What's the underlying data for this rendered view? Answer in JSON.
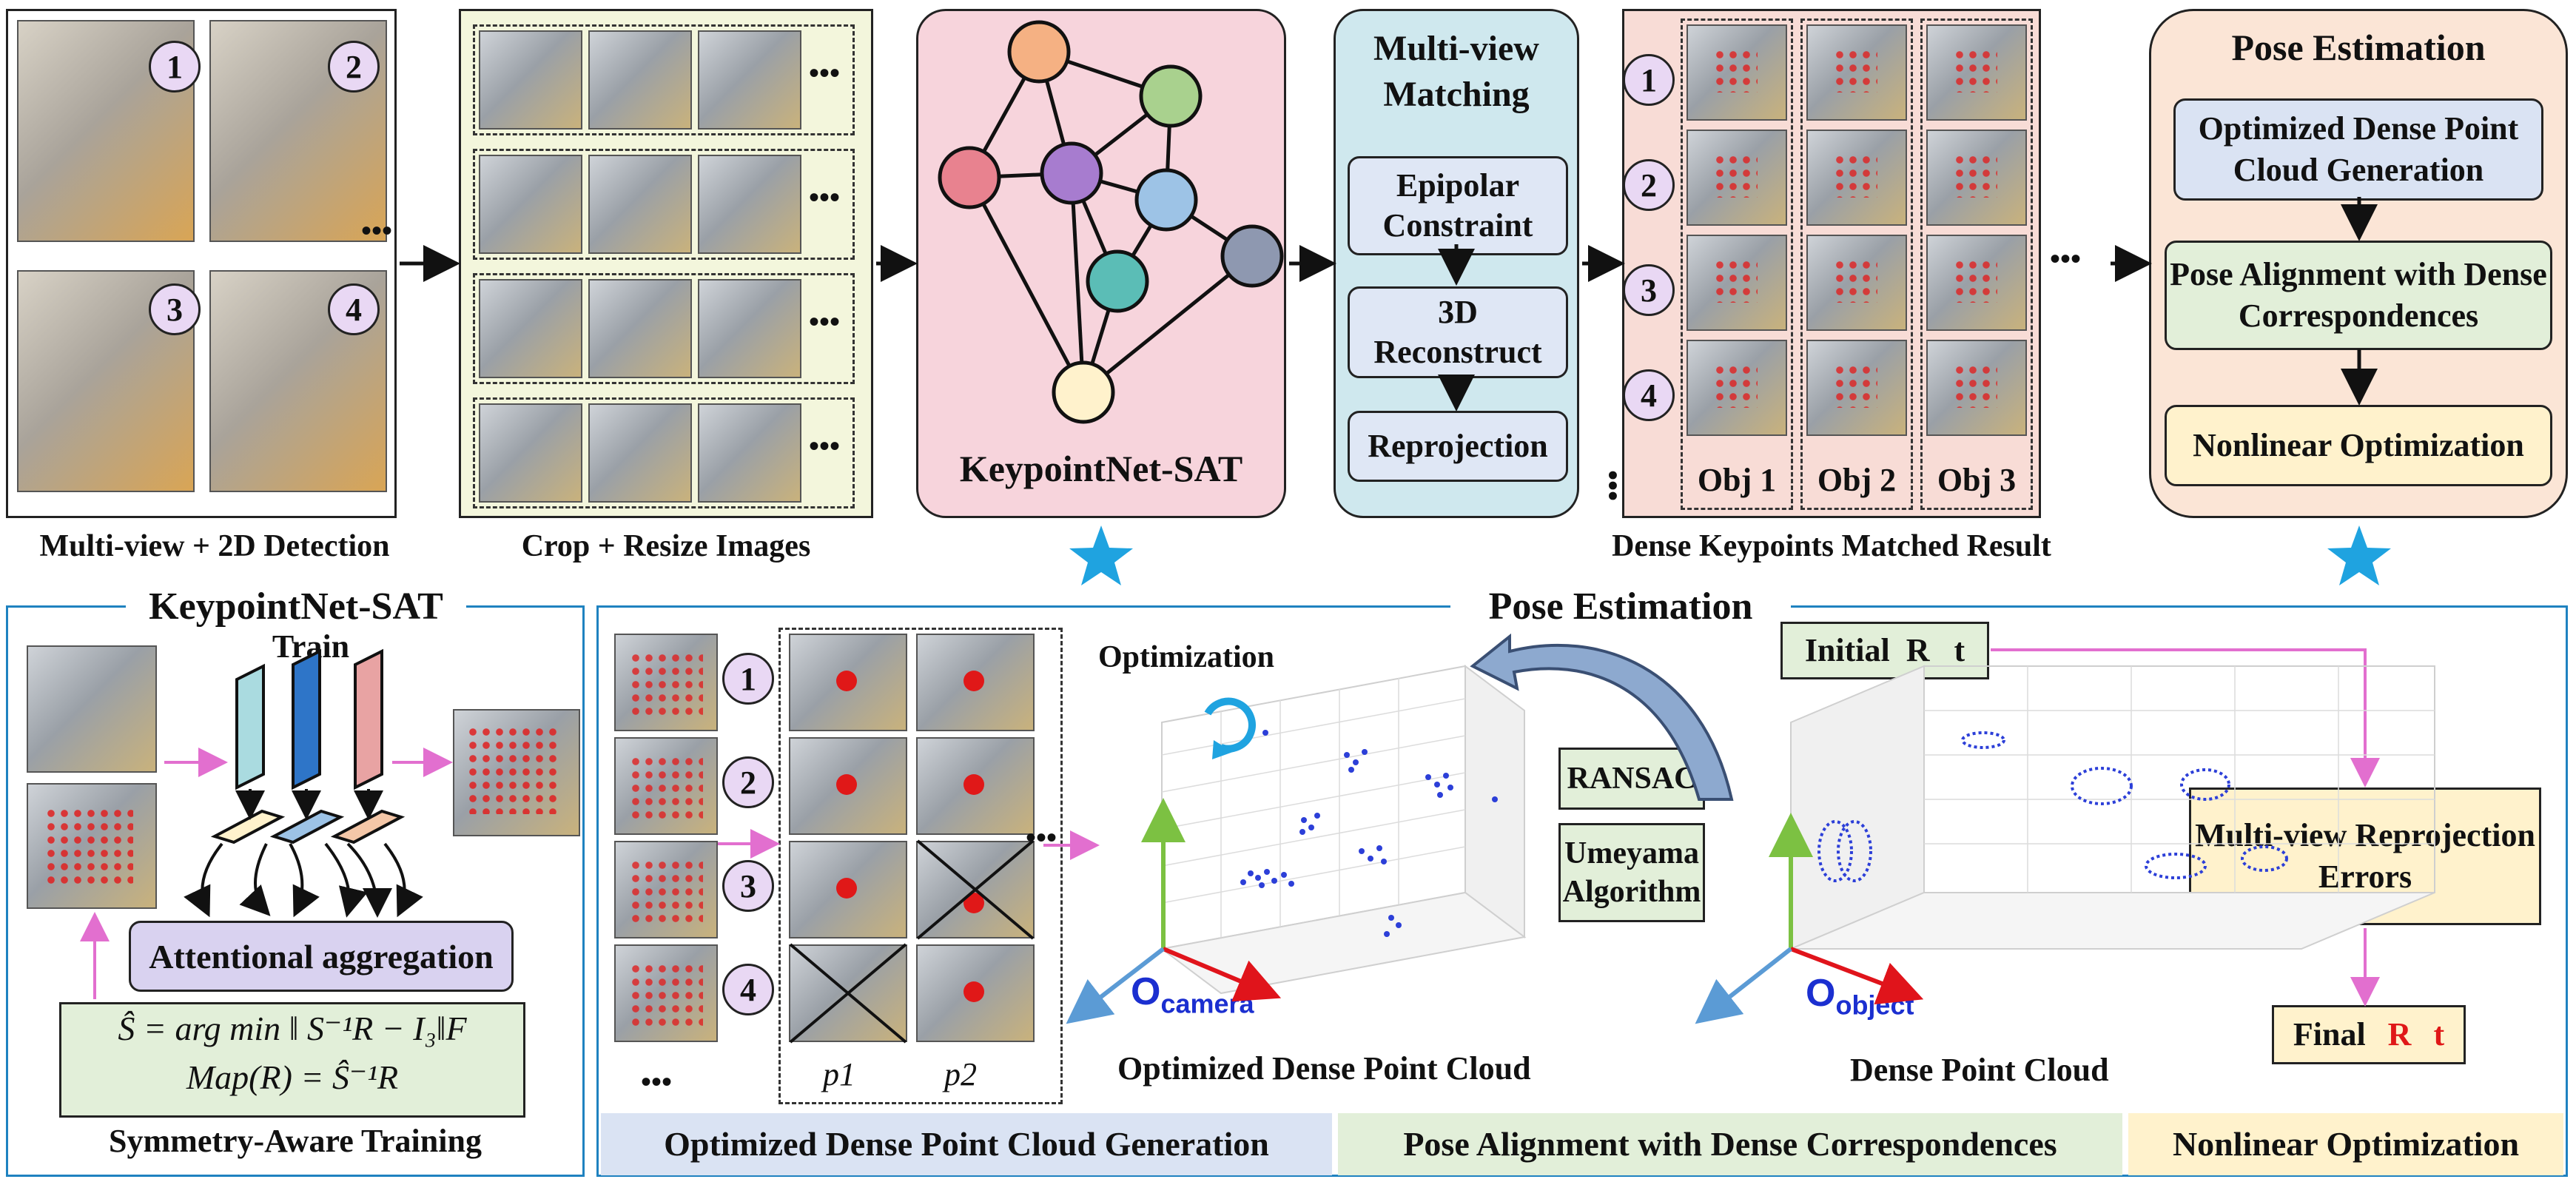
{
  "top": {
    "multiview_caption": "Multi-view + 2D Detection",
    "view_numbers": [
      "1",
      "2",
      "3",
      "4"
    ],
    "crop_caption": "Crop + Resize Images",
    "ellipsis": "•••",
    "keypointnet_label": "KeypointNet-SAT",
    "matching": {
      "title": "Multi-view Matching",
      "steps": [
        "Epipolar Constraint",
        "3D Reconstruct",
        "Reprojection"
      ]
    },
    "dense": {
      "caption": "Dense Keypoints Matched Result",
      "objects": [
        "Obj 1",
        "Obj 2",
        "Obj 3"
      ],
      "row_numbers": [
        "1",
        "2",
        "3",
        "4"
      ],
      "vdots": "•••"
    },
    "pose": {
      "title": "Pose Estimation",
      "steps": [
        "Optimized Dense Point Cloud Generation",
        "Pose Alignment with Dense Correspondences",
        "Nonlinear Optimization"
      ]
    }
  },
  "bottom_left": {
    "title": "KeypointNet-SAT",
    "train_label": "Train",
    "attention_label": "Attentional aggregation",
    "formula_line1": "Ŝ = arg min ‖ S⁻¹R − I₃‖F",
    "formula_line2": "Map(R) = Ŝ⁻¹R",
    "caption": "Symmetry-Aware Training"
  },
  "bottom_right": {
    "title": "Pose Estimation",
    "row_numbers": [
      "1",
      "2",
      "3",
      "4"
    ],
    "p1": "p1",
    "p2": "p2",
    "ellipsis": "•••",
    "optimization_label": "Optimization",
    "ocamera": "O",
    "ocamera_sub": "camera",
    "optimized_cloud_caption": "Optimized Dense Point Cloud",
    "ransac": "RANSAC",
    "umeyama": "Umeyama Algorithm",
    "oobject": "O",
    "oobject_sub": "object",
    "dense_cloud_caption": "Dense Point Cloud",
    "initial_rt": "Initial  R   t",
    "reproj_errors": "Multi-view Reprojection Errors",
    "final_label": "Final",
    "final_R": "R",
    "final_t": "t",
    "bands": [
      "Optimized Dense Point Cloud Generation",
      "Pose Alignment with Dense Correspondences",
      "Nonlinear Optimization"
    ]
  },
  "colors": {
    "node_orange": "#f5b183",
    "node_green": "#a9d18e",
    "node_red": "#e8828f",
    "node_purple": "#a77ccf",
    "node_blue": "#9dc3e6",
    "node_teal": "#5bbdb6",
    "node_gray": "#8e98b0",
    "node_cream": "#fff2cc",
    "star": "#1fa3e0",
    "pink_arrow": "#e26fcf",
    "band_blue": "#dae3f3",
    "band_green": "#e2efd9",
    "band_yellow": "#fff2cc"
  }
}
